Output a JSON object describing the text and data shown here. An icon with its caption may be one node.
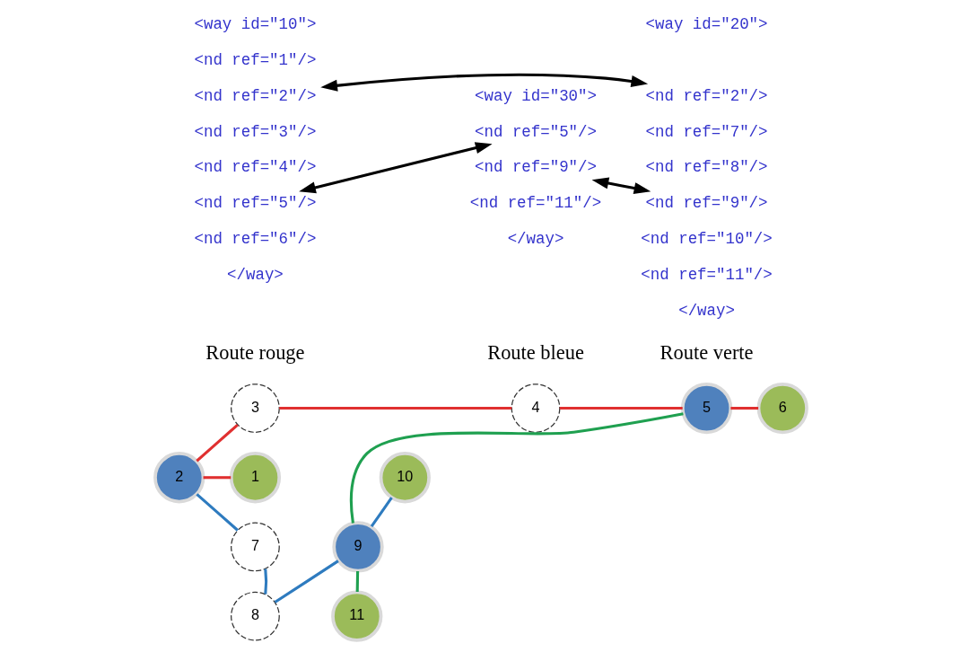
{
  "diagram": {
    "nodes": [
      {
        "text": [
          "<way id=\"10\">"
        ]
      },
      {
        "text": [
          "<nd ref=\"1\"/>"
        ]
      },
      {
        "text": [
          "<nd ref=\"2\"/>"
        ]
      },
      {
        "text": [
          "<nd ref=\"3\"/>"
        ]
      },
      {
        "text": [
          "<nd ref=\"4\"/>"
        ]
      },
      {
        "text": [
          "<nd ref=\"5\"/>"
        ]
      },
      {
        "text": [
          "<nd ref=\"6\"/>"
        ]
      },
      {
        "text": [
          "</way>"
        ]
      },
      {
        "text": [
          "<way id=\"30\">"
        ]
      },
      {
        "text": [
          "<nd ref=\"5\"/>"
        ]
      },
      {
        "text": [
          "<nd ref=\"9\"/>"
        ]
      },
      {
        "text": [
          "<nd ref=\"11\"/>"
        ]
      },
      {
        "text": [
          "</way>"
        ]
      },
      {
        "text": [
          "<way id=\"20\">"
        ]
      },
      {
        "text": [
          "<nd ref=\"2\"/>"
        ]
      },
      {
        "text": [
          "<nd ref=\"7\"/>"
        ]
      },
      {
        "text": [
          "<nd ref=\"8\"/>"
        ]
      },
      {
        "text": [
          "<nd ref=\"9\"/>"
        ]
      },
      {
        "text": [
          "<nd ref=\"10\"/>"
        ]
      },
      {
        "text": [
          "<nd ref=\"11\"/>"
        ]
      },
      {
        "text": [
          "</way>"
        ]
      },
      {
        "text": [
          "1"
        ]
      },
      {
        "text": [
          "2"
        ]
      },
      {
        "text": [
          "3"
        ]
      },
      {
        "text": [
          "4"
        ]
      },
      {
        "text": [
          "5"
        ]
      },
      {
        "text": [
          "6"
        ]
      },
      {
        "text": [
          "7"
        ]
      },
      {
        "text": [
          "8"
        ]
      },
      {
        "text": [
          "9"
        ]
      },
      {
        "text": [
          "10"
        ]
      },
      {
        "text": [
          "11"
        ]
      }
    ],
    "edges": [
      {
        "from": 2,
        "to": 14,
        "arrow": "both",
        "color": "#000000"
      },
      {
        "from": 5,
        "to": 9,
        "arrow": "both",
        "color": "#000000"
      },
      {
        "from": 10,
        "to": 17,
        "arrow": "both",
        "color": "#000000"
      },
      {
        "from": 21,
        "to": 22,
        "arrow": "none",
        "color": "#e03030"
      },
      {
        "from": 22,
        "to": 23,
        "arrow": "none",
        "color": "#e03030"
      },
      {
        "from": 23,
        "to": 24,
        "arrow": "none",
        "color": "#e03030"
      },
      {
        "from": 24,
        "to": 25,
        "arrow": "none",
        "color": "#e03030"
      },
      {
        "from": 25,
        "to": 26,
        "arrow": "none",
        "color": "#e03030"
      },
      {
        "from": 22,
        "to": 27,
        "arrow": "none",
        "color": "#2e7bbf"
      },
      {
        "from": 27,
        "to": 28,
        "arrow": "none",
        "color": "#2e7bbf"
      },
      {
        "from": 28,
        "to": 29,
        "arrow": "none",
        "color": "#2e7bbf"
      },
      {
        "from": 29,
        "to": 30,
        "arrow": "none",
        "color": "#2e7bbf"
      },
      {
        "from": 25,
        "to": 29,
        "arrow": "none",
        "color": "#1fa050"
      },
      {
        "from": 29,
        "to": 31,
        "arrow": "none",
        "color": "#1fa050"
      }
    ],
    "labels": [
      "Route rouge",
      "Route bleue",
      "Route verte"
    ]
  }
}
